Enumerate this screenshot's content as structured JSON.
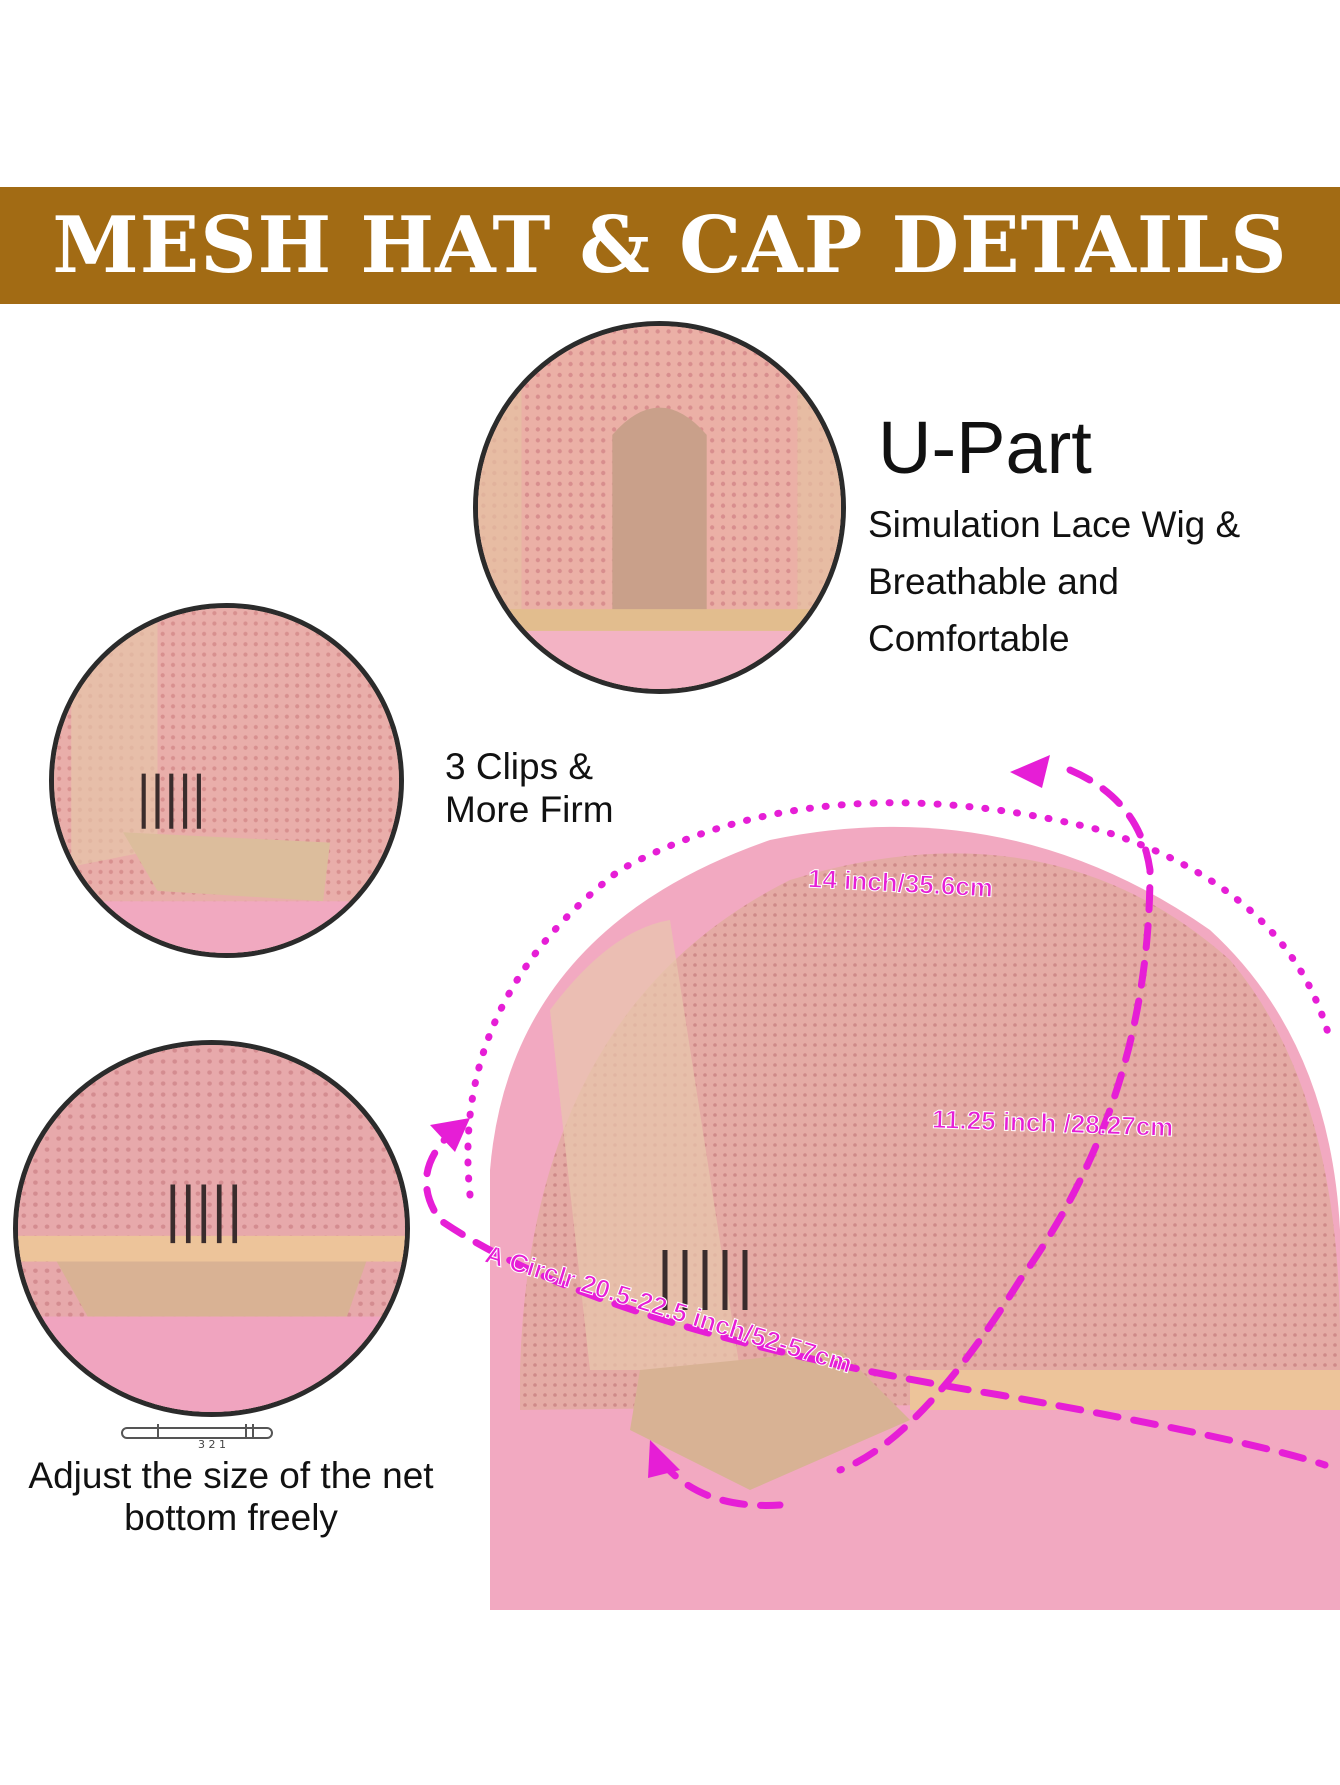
{
  "banner": {
    "title": "MESH HAT & CAP DETAILS"
  },
  "upart": {
    "title": "U-Part",
    "lines": [
      "Simulation Lace Wig &",
      "Breathable and",
      "Comfortable"
    ]
  },
  "clips": {
    "lines": [
      "3 Clips &",
      "More Firm"
    ]
  },
  "adjust": {
    "lines": [
      "Adjust the size of the net",
      "bottom freely"
    ],
    "scale": "3 2 1"
  },
  "measurements": {
    "front_to_back": "14 inch/35.6cm",
    "ear_to_ear": "11.25 inch /28.27cm",
    "circumference": "A Circlr 20.5-22.5 inch/52-57cm"
  },
  "colors": {
    "banner": "#a26b14",
    "accent": "#e61ed6",
    "hair": "#f1a6bd",
    "lace": "#e9b6a9"
  }
}
